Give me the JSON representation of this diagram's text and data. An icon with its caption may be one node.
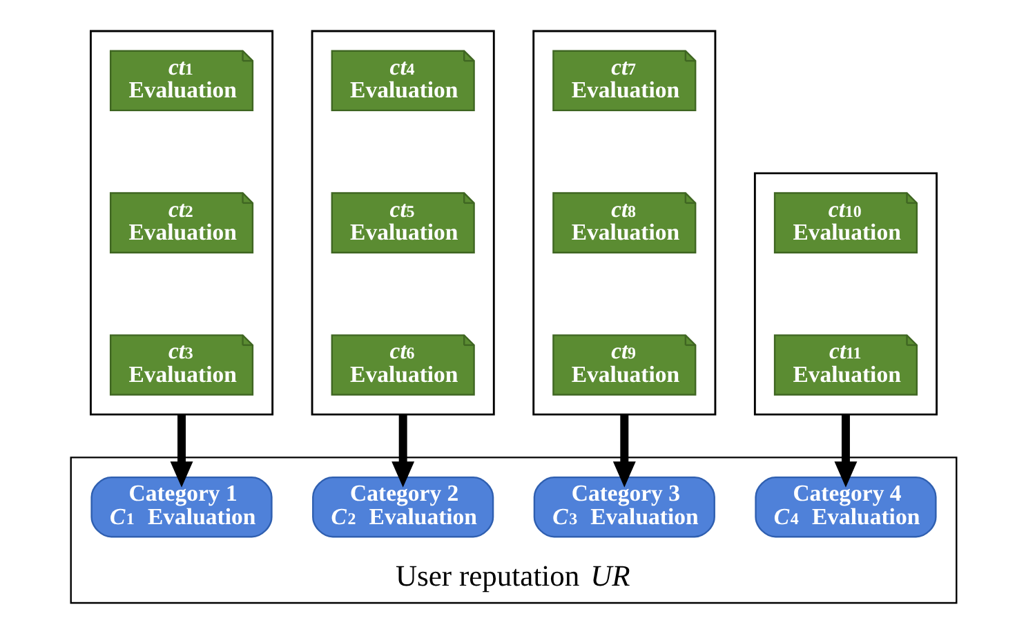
{
  "diagram": {
    "nodes": [
      {
        "text": [],
        "shape": "box"
      },
      {
        "text": [
          "*ct*$_{1}$",
          "Evaluation"
        ],
        "in": 0
      },
      {
        "text": [
          "*ct*$_{2}$",
          "Evaluation"
        ],
        "in": 0
      },
      {
        "text": [
          "*ct*$_{3}$",
          "Evaluation"
        ],
        "in": 0
      },
      {
        "text": [],
        "shape": "box"
      },
      {
        "text": [
          "*ct*$_{4}$",
          "Evaluation"
        ],
        "in": 4
      },
      {
        "text": [
          "*ct*$_{5}$",
          "Evaluation"
        ],
        "in": 4
      },
      {
        "text": [
          "*ct*$_{6}$",
          "Evaluation"
        ],
        "in": 4
      },
      {
        "text": [],
        "shape": "box"
      },
      {
        "text": [
          "*ct*$_{7}$",
          "Evaluation"
        ],
        "in": 8
      },
      {
        "text": [
          "*ct*$_{8}$",
          "Evaluation"
        ],
        "in": 8
      },
      {
        "text": [
          "*ct*$_{9}$",
          "Evaluation"
        ],
        "in": 8
      },
      {
        "text": [],
        "shape": "box"
      },
      {
        "text": [
          "*ct*$_{10}$",
          "Evaluation"
        ],
        "in": 12
      },
      {
        "text": [
          "*ct*$_{11}$",
          "Evaluation"
        ],
        "in": 12
      },
      {
        "text": [
          "User reputation *UR*"
        ]
      },
      {
        "text": [
          "Category 1",
          "*C*$_{1}$ Evaluation"
        ],
        "in": 15
      },
      {
        "text": [
          "Category 2",
          "*C*$_{2}$ Evaluation"
        ],
        "in": 15
      },
      {
        "text": [
          "Category 3",
          "*C*$_{3}$ Evaluation"
        ],
        "in": 15
      },
      {
        "text": [
          "Category 4",
          "*C*$_{4}$ Evaluation"
        ],
        "in": 15
      }
    ],
    "edges": [
      {
        "from": 0,
        "to": 16,
        "arrow": "to"
      },
      {
        "from": 4,
        "to": 17,
        "arrow": "to"
      },
      {
        "from": 8,
        "to": 18,
        "arrow": "to"
      },
      {
        "from": 12,
        "to": 19,
        "arrow": "to"
      }
    ]
  }
}
